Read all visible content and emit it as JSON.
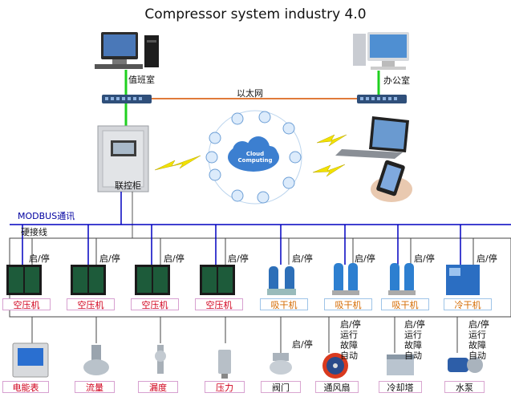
{
  "title": "Compressor system industry 4.0",
  "labels": {
    "duty_room": "值班室",
    "office": "办公室",
    "ethernet": "以太网",
    "control_cabinet": "联控柜",
    "cloud": "Cloud Computing",
    "modbus": "MODBUS通讯",
    "hardwire": "硬接线"
  },
  "start_stop": "启/停",
  "machines": [
    {
      "label": "空压机",
      "kind": "compressor"
    },
    {
      "label": "空压机",
      "kind": "compressor"
    },
    {
      "label": "空压机",
      "kind": "compressor"
    },
    {
      "label": "空压机",
      "kind": "compressor"
    },
    {
      "label": "吸干机",
      "kind": "dryer"
    },
    {
      "label": "吸干机",
      "kind": "dryer"
    },
    {
      "label": "吸干机",
      "kind": "dryer"
    },
    {
      "label": "冷干机",
      "kind": "refrigerated-dryer"
    }
  ],
  "instruments": [
    {
      "label": "电能表"
    },
    {
      "label": "流量"
    },
    {
      "label": "漏度"
    },
    {
      "label": "压力"
    },
    {
      "label": "阀门"
    },
    {
      "label": "通风扇"
    },
    {
      "label": "冷却塔"
    },
    {
      "label": "水泵"
    }
  ],
  "status_lines": [
    "启/停",
    "运行",
    "故障",
    "自动"
  ],
  "colors": {
    "ethernet_line": "#e07a3a",
    "green_link": "#1fd01f",
    "bus_blue": "#0000c0",
    "compressor_body": "#1d5b3a",
    "machine_label_red": "#d0001c",
    "dryer_label_orange": "#d46a00"
  }
}
